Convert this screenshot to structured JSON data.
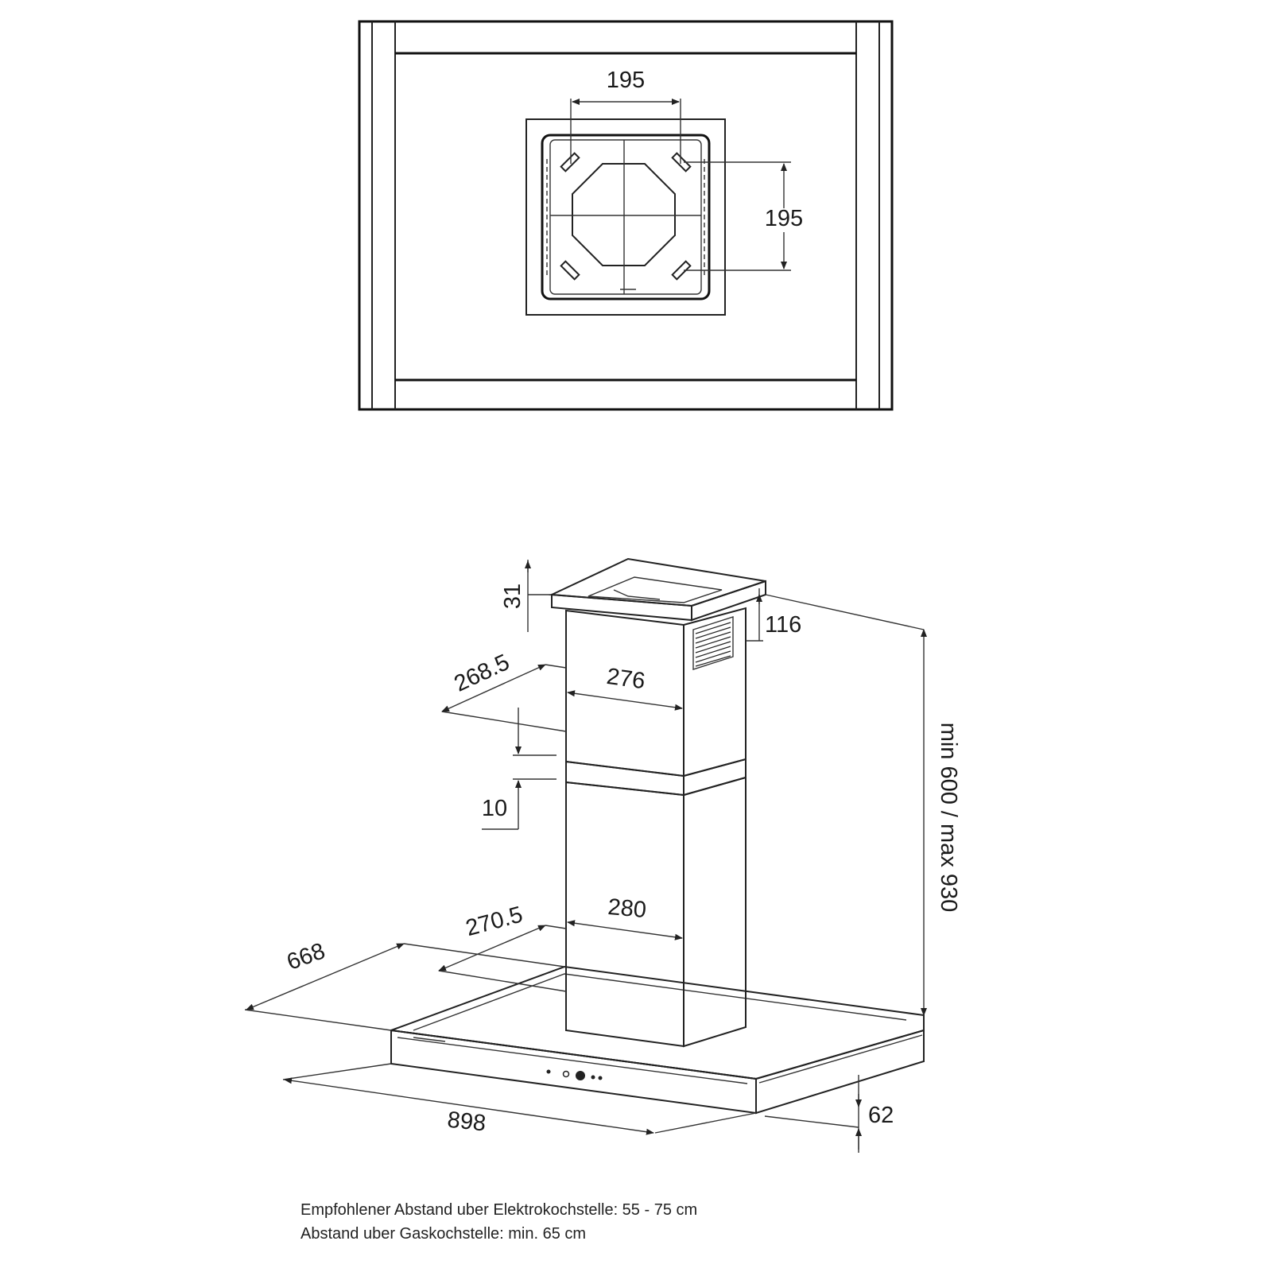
{
  "top_view": {
    "dim_width": "195",
    "dim_height": "195"
  },
  "side_view": {
    "dim_top_frame": "31",
    "dim_vent": "116",
    "dim_upper_depth": "268.5",
    "dim_upper_width": "276",
    "dim_gap": "10",
    "dim_lower_depth": "270.5",
    "dim_lower_width": "280",
    "dim_hood_depth": "668",
    "dim_hood_width": "898",
    "dim_hood_height": "62",
    "dim_total_height": "min 600 / max 930"
  },
  "notes": {
    "line1": "Empfohlener Abstand uber Elektrokochstelle: 55 - 75 cm",
    "line2": "Abstand uber Gaskochstelle: min. 65 cm"
  }
}
